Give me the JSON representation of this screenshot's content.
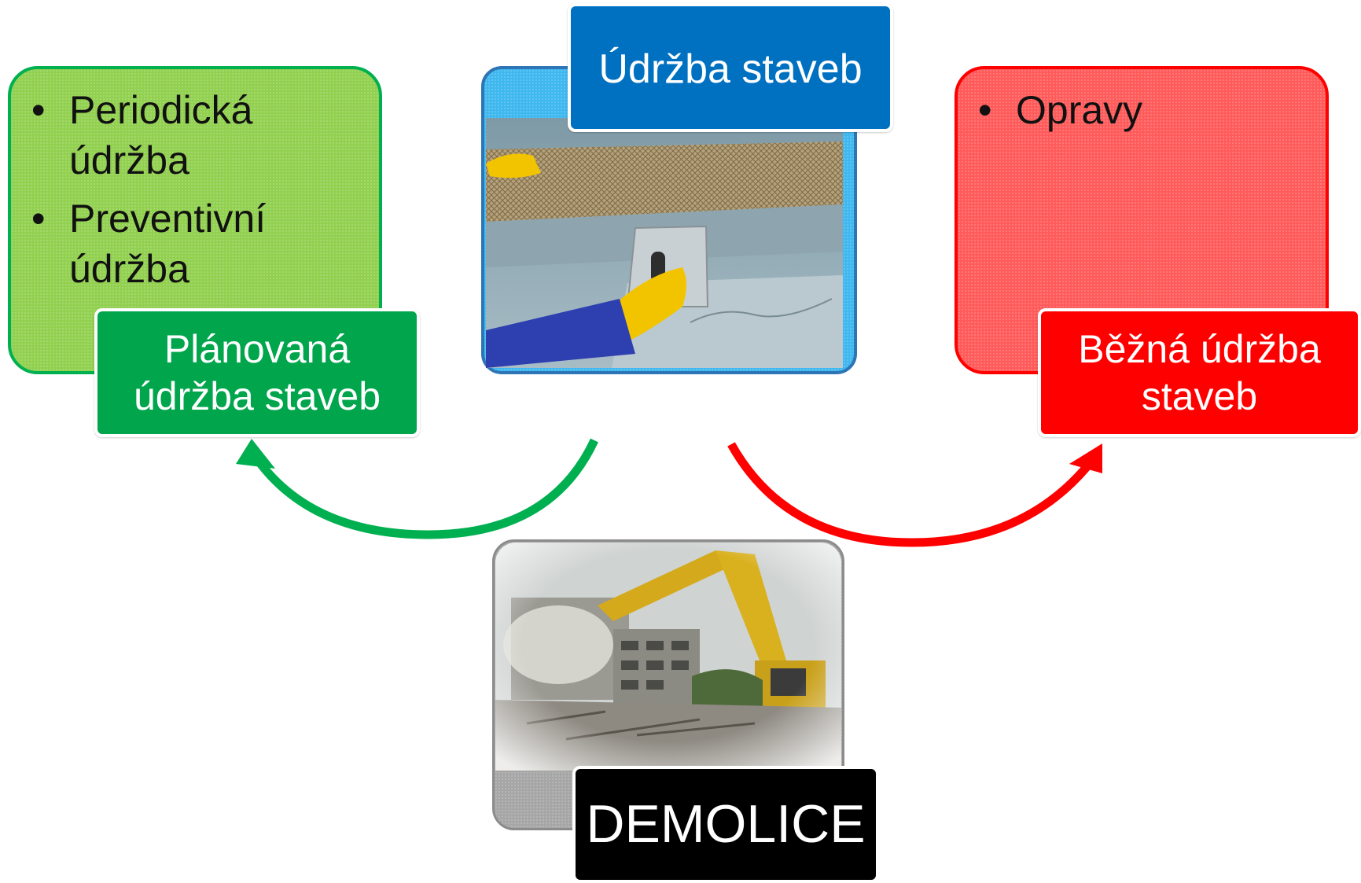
{
  "center": {
    "title": "Údržba staveb",
    "image": "plastering-wall-photo"
  },
  "left": {
    "bullets": [
      "Periodická údržba",
      "Preventivní údržba"
    ],
    "label_lines": [
      "Plánovaná",
      "údržba staveb"
    ],
    "color": "#00b050"
  },
  "right": {
    "bullets": [
      "Opravy"
    ],
    "label_lines": [
      "Běžná údržba",
      "staveb"
    ],
    "color": "#ff0000"
  },
  "bottom": {
    "label": "DEMOLICE",
    "image": "building-demolition-excavator-photo"
  },
  "colors": {
    "green_fill": "#92d050",
    "green_dark": "#00a54c",
    "blue_fill": "#3fb8ef",
    "blue_dark": "#0070c0",
    "red_fill": "#ff5b5b",
    "red_dark": "#ff0000",
    "grey_fill": "#a6a6a6",
    "black": "#000000"
  }
}
